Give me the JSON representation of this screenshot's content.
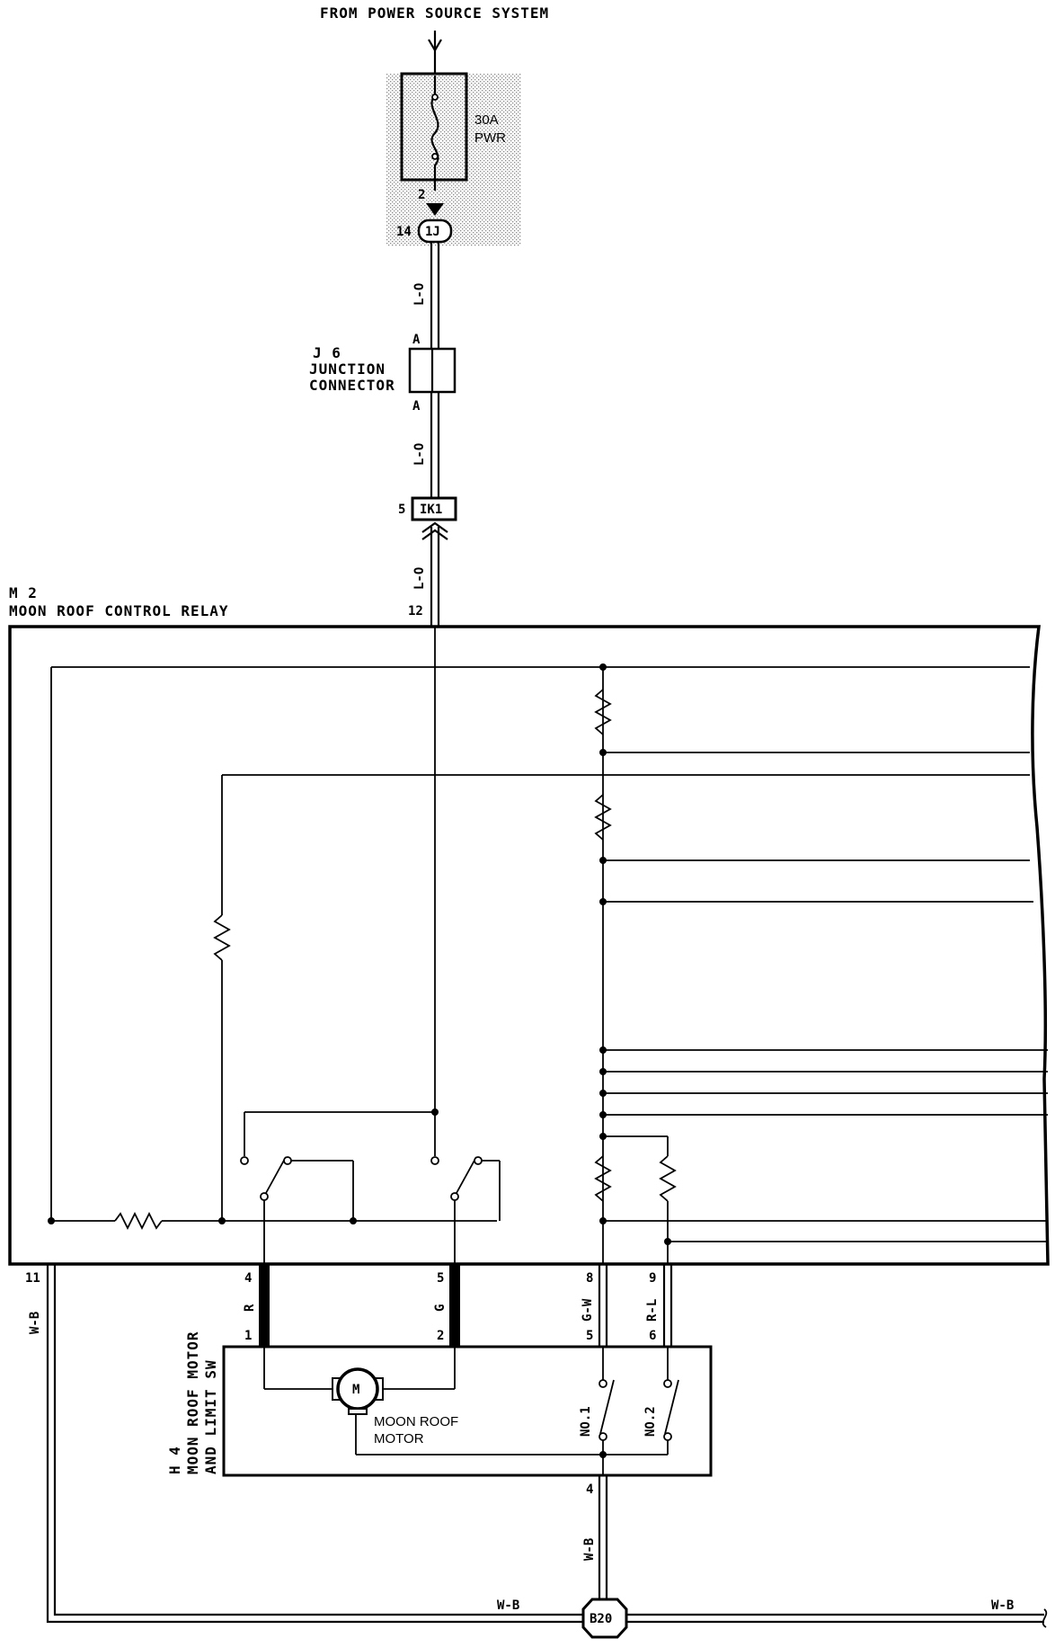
{
  "power_source_label": "FROM POWER SOURCE SYSTEM",
  "fuse": {
    "rating": "30A",
    "name": "PWR",
    "pin_top": "2",
    "connector_pin": "14",
    "connector_id": "1J"
  },
  "wires": {
    "l_o_1": "L-O",
    "l_o_2": "L-O",
    "l_o_3": "L-O",
    "w_b_left": "W-B",
    "r_wire": "R",
    "g_wire": "G",
    "g_w_wire": "G-W",
    "r_l_wire": "R-L",
    "w_b_mid": "W-B",
    "w_b_bottom_left": "W-B",
    "w_b_bottom_right": "W-B"
  },
  "junction": {
    "id": "J 6",
    "name_line1": "JUNCTION",
    "name_line2": "CONNECTOR",
    "pin_top": "A",
    "pin_bottom": "A"
  },
  "ik1": {
    "pin": "5",
    "id": "IK1"
  },
  "relay": {
    "id": "M 2",
    "name": "MOON ROOF CONTROL RELAY",
    "pin_12": "12",
    "pin_11": "11",
    "pin_4": "4",
    "pin_5": "5",
    "pin_8": "8",
    "pin_9": "9"
  },
  "motor_sw": {
    "id": "H 4",
    "name_line1": "MOON ROOF MOTOR",
    "name_line2": "AND LIMIT SW",
    "pin_1": "1",
    "pin_2": "2",
    "pin_5": "5",
    "pin_6": "6",
    "pin_4": "4",
    "motor_symbol": "M",
    "motor_label_line1": "MOON ROOF",
    "motor_label_line2": "MOTOR",
    "sw_no1": "NO.1",
    "sw_no2": "NO.2"
  },
  "ground": {
    "id": "B20"
  }
}
